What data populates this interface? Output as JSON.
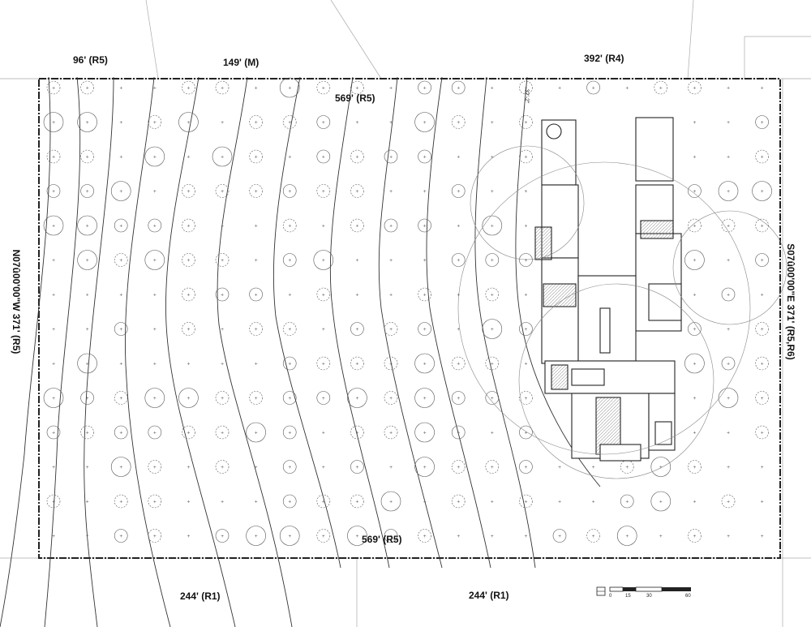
{
  "boundary_labels": {
    "top_left": "96' (R5)",
    "top_mid": "149' (M)",
    "top_right": "392' (R4)",
    "inner_top": "569' (R5)",
    "inner_bottom": "569' (R5)",
    "bottom_left": "244' (R1)",
    "bottom_right": "244' (R1)",
    "left_side": "N07û00'00\"W  371' (R5)",
    "right_side": "S07û00'00\"E  371' (R5,R6)",
    "small_dim": "32'-2\""
  },
  "scale_bar": {
    "ticks": [
      "0",
      "15",
      "30",
      "60"
    ]
  },
  "colors": {
    "line": "#222222",
    "contour": "#333333",
    "tree": "#555555",
    "hatch": "#9a9a9a",
    "building_fill": "#d9d9d9"
  }
}
